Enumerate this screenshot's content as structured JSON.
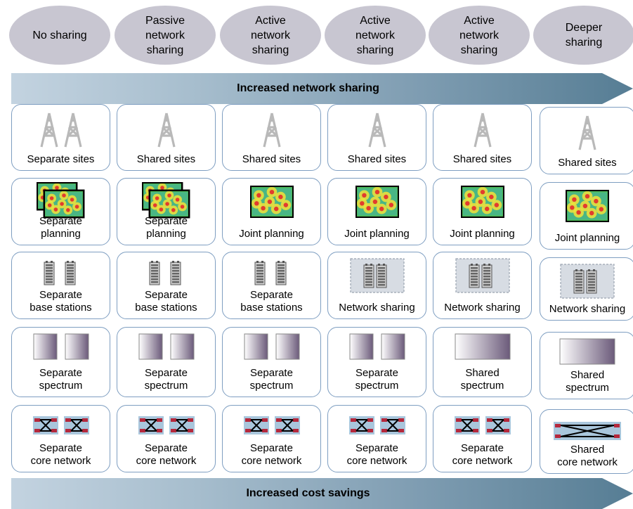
{
  "headers": [
    {
      "label": "No sharing"
    },
    {
      "label": "Passive\nnetwork\nsharing"
    },
    {
      "label": "Active\nnetwork\nsharing"
    },
    {
      "label": "Active\nnetwork\nsharing"
    },
    {
      "label": "Active\nnetwork\nsharing"
    },
    {
      "label": "Deeper\nsharing"
    }
  ],
  "top_arrow": {
    "label": "Increased network sharing"
  },
  "bottom_arrow": {
    "label": "Increased cost savings"
  },
  "rows": [
    {
      "kind": "sites",
      "cells": [
        {
          "label": "Separate sites",
          "count": 2
        },
        {
          "label": "Shared sites",
          "count": 1
        },
        {
          "label": "Shared sites",
          "count": 1
        },
        {
          "label": "Shared sites",
          "count": 1
        },
        {
          "label": "Shared sites",
          "count": 1
        },
        {
          "label": "Shared sites",
          "count": 1
        }
      ]
    },
    {
      "kind": "planning",
      "cells": [
        {
          "label": "Separate\nplanning",
          "separate": true
        },
        {
          "label": "Separate\nplanning",
          "separate": true
        },
        {
          "label": "Joint planning",
          "separate": false
        },
        {
          "label": "Joint planning",
          "separate": false
        },
        {
          "label": "Joint planning",
          "separate": false
        },
        {
          "label": "Joint planning",
          "separate": false
        }
      ]
    },
    {
      "kind": "base_stations",
      "cells": [
        {
          "label": "Separate\nbase stations",
          "shared": false
        },
        {
          "label": "Separate\nbase stations",
          "shared": false
        },
        {
          "label": "Separate\nbase stations",
          "shared": false
        },
        {
          "label": "Network sharing",
          "shared": true
        },
        {
          "label": "Network sharing",
          "shared": true
        },
        {
          "label": "Network sharing",
          "shared": true
        }
      ]
    },
    {
      "kind": "spectrum",
      "cells": [
        {
          "label": "Separate\nspectrum",
          "shared": false
        },
        {
          "label": "Separate\nspectrum",
          "shared": false
        },
        {
          "label": "Separate\nspectrum",
          "shared": false
        },
        {
          "label": "Separate\nspectrum",
          "shared": false
        },
        {
          "label": "Shared\nspectrum",
          "shared": true
        },
        {
          "label": "Shared\nspectrum",
          "shared": true
        }
      ]
    },
    {
      "kind": "core",
      "cells": [
        {
          "label": "Separate\ncore network",
          "shared": false
        },
        {
          "label": "Separate\ncore network",
          "shared": false
        },
        {
          "label": "Separate\ncore network",
          "shared": false
        },
        {
          "label": "Separate\ncore network",
          "shared": false
        },
        {
          "label": "Separate\ncore network",
          "shared": false
        },
        {
          "label": "Shared\ncore network",
          "shared": true
        }
      ]
    }
  ],
  "colors": {
    "ellipse": "#c8c6d1",
    "cell_border": "#7e9ec1",
    "core_red": "#b5283c",
    "core_bg": "#a9c6dc",
    "tower_gray": "#b9b9b9"
  }
}
